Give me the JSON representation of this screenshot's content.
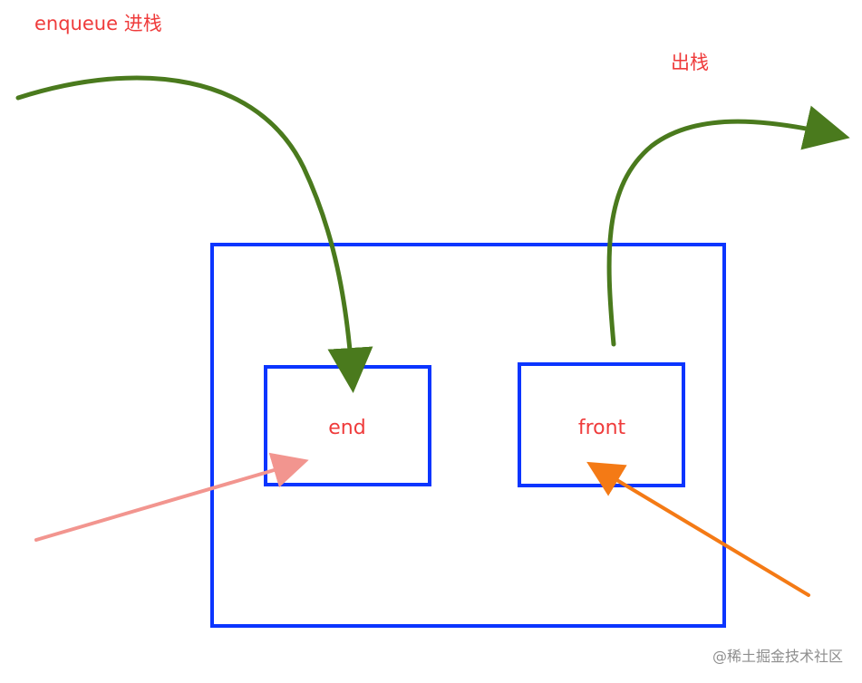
{
  "labels": {
    "enqueue": "enqueue 进栈",
    "dequeue": "出栈",
    "end": "end",
    "front": "front",
    "watermark": "@稀土掘金技术社区"
  },
  "colors": {
    "text_red": "#ef3b3b",
    "box_blue": "#0b35ff",
    "arrow_green": "#4a7a1d",
    "arrow_pink": "#f2958f",
    "arrow_orange": "#f47a15",
    "watermark_gray": "#8e8e8e"
  }
}
